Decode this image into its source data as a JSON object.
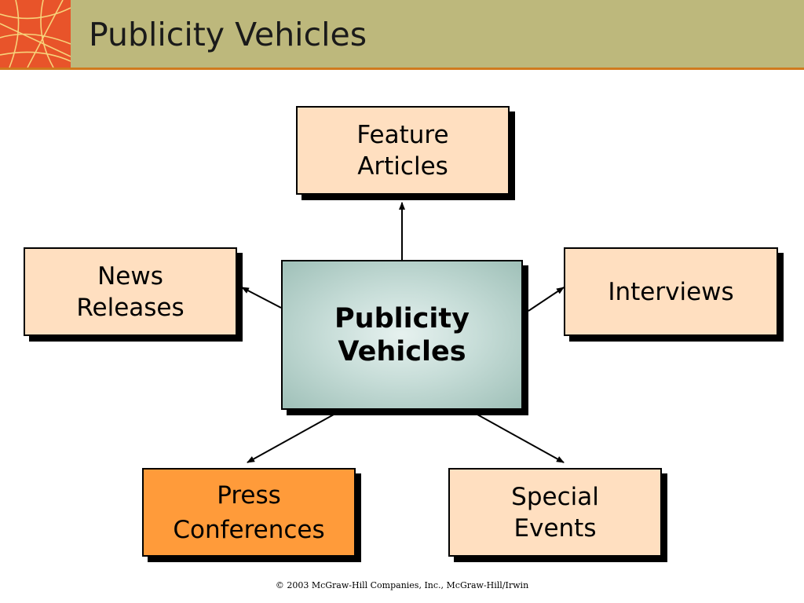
{
  "slide": {
    "title": "Publicity Vehicles",
    "footer": "© 2003 McGraw-Hill Companies, Inc., McGraw-Hill/Irwin"
  },
  "diagram": {
    "center": {
      "line1": "Publicity",
      "line2": "Vehicles"
    },
    "nodes": {
      "feature_articles": {
        "line1": "Feature",
        "line2": "Articles"
      },
      "news_releases": {
        "line1": "News",
        "line2": "Releases"
      },
      "interviews": {
        "line1": "Interviews"
      },
      "press_conferences": {
        "line1": "Press",
        "line2": "Conferences"
      },
      "special_events": {
        "line1": "Special",
        "line2": "Events"
      }
    },
    "highlighted_node": "press_conferences"
  },
  "colors": {
    "header": "#bdb87c",
    "header_rule": "#d07a1e",
    "logo": "#e8542a",
    "node_fill": "#ffdfc0",
    "highlight_fill": "#ff9b3a",
    "center_fill": "#b5d1ca"
  }
}
